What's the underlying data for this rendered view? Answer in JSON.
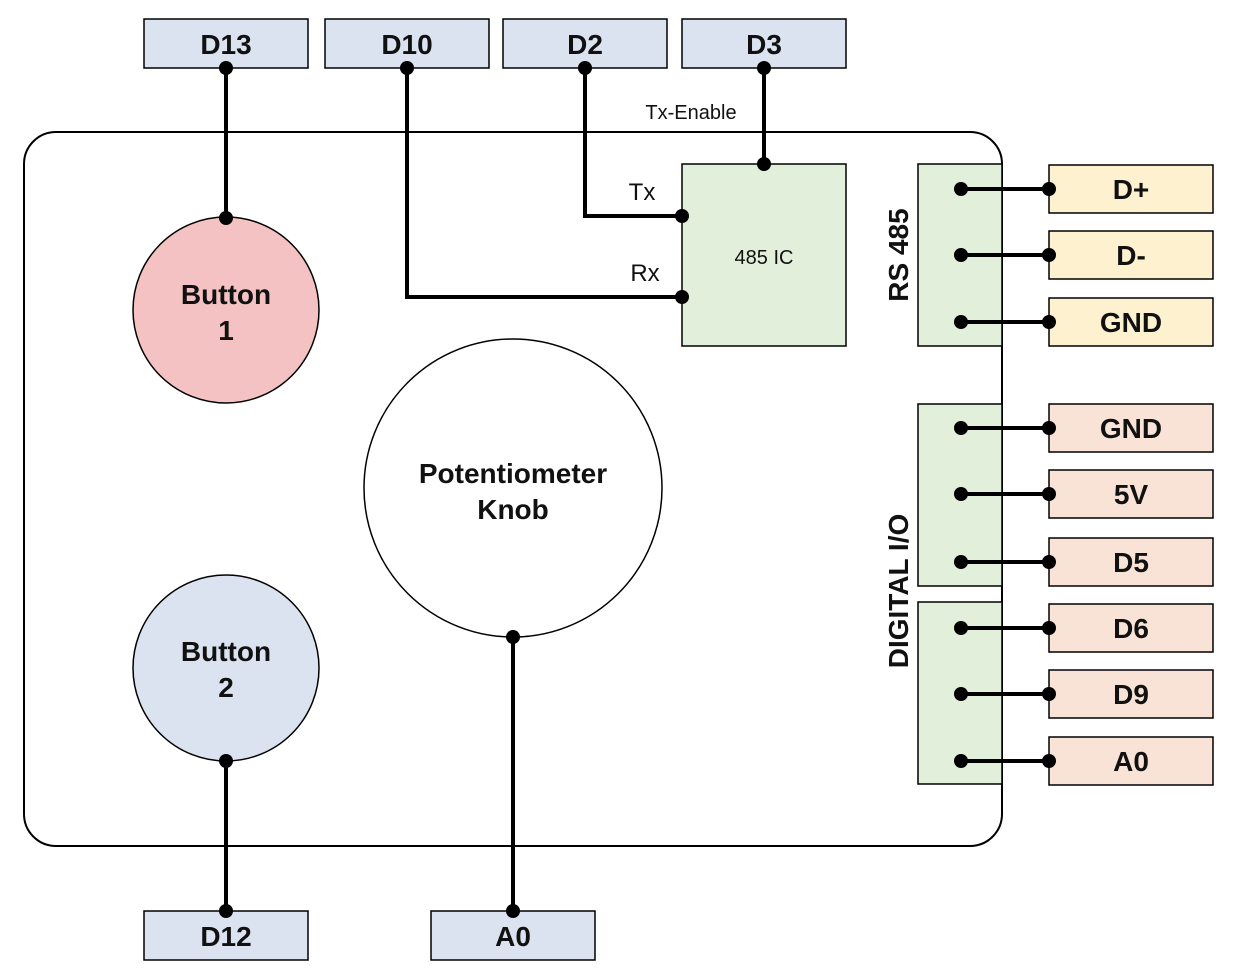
{
  "top_pins": [
    "D13",
    "D10",
    "D2",
    "D3"
  ],
  "bottom_pins": [
    "D12",
    "A0"
  ],
  "tx_enable_label": "Tx-Enable",
  "ic": {
    "label": "485 IC",
    "tx_label": "Tx",
    "rx_label": "Rx"
  },
  "button1": {
    "line1": "Button",
    "line2": "1"
  },
  "button2": {
    "line1": "Button",
    "line2": "2"
  },
  "potentiometer": {
    "line1": "Potentiometer",
    "line2": "Knob"
  },
  "rs485": {
    "title": "RS 485",
    "pins": [
      "D+",
      "D-",
      "GND"
    ]
  },
  "digital_io": {
    "title": "DIGITAL I/O",
    "pins": [
      "GND",
      "5V",
      "D5",
      "D6",
      "D9",
      "A0"
    ]
  },
  "colors": {
    "pin_box": "#dce3f0",
    "ic_fill": "#e2efda",
    "button1_fill": "#f4c2c2",
    "button2_fill": "#dce3f0",
    "rs485_pin_fill": "#fdf1d0",
    "digital_pin_fill": "#f8e3d6"
  }
}
